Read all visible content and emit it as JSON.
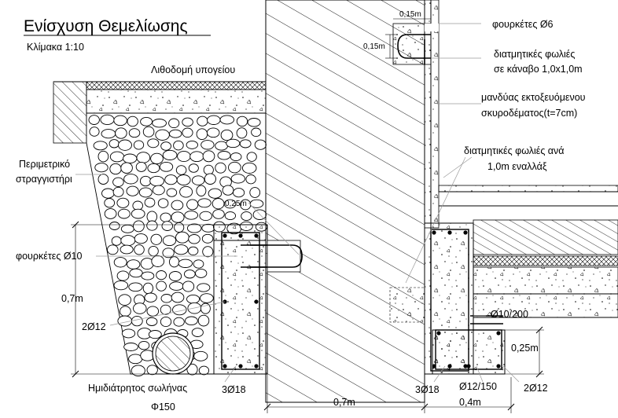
{
  "title": "Ενίσχυση Θεμελίωσης",
  "scale": "Κλίμακα 1:10",
  "labels": {
    "masonry": "Λιθοδομή υπογείου",
    "perimeter_drain_1": "Περιμετρικό",
    "perimeter_drain_2": "στραγγιστήρι",
    "stirrups_left": "φουρκέτες Ø10",
    "height_07": "0,7m",
    "bars_2012_left": "2Ø12",
    "pipe_1": "Ημιδιάτρητος σωλήνας",
    "pipe_2": "Φ150",
    "bars_3018_left": "3Ø18",
    "bars_3018_right": "3Ø18",
    "stirrups_o6": "φουρκέτες Ø6",
    "dowels_grid_1": "διατμητικές φωλιές",
    "dowels_grid_2": "σε κάναβο 1,0x1,0m",
    "jacket_1": "μανδύας εκτοξευόμενου",
    "jacket_2": "σκυροδέματος(t=7cm)",
    "dowels_alt_1": "διατμητικές φωλιές ανά",
    "dowels_alt_2": "1,0m εναλλάξ",
    "dim_015_top": "0,15m",
    "dim_015_side": "0,15m",
    "dim_025_left": "0,25m",
    "mesh_o10_200": "Ø10/200",
    "dim_025_right": "0,25m",
    "stirrups_o12_150": "Ø12/150",
    "bars_2012_right": "2Ø12",
    "dim_07_bottom": "0,7m",
    "dim_04_bottom": "0,4m"
  }
}
